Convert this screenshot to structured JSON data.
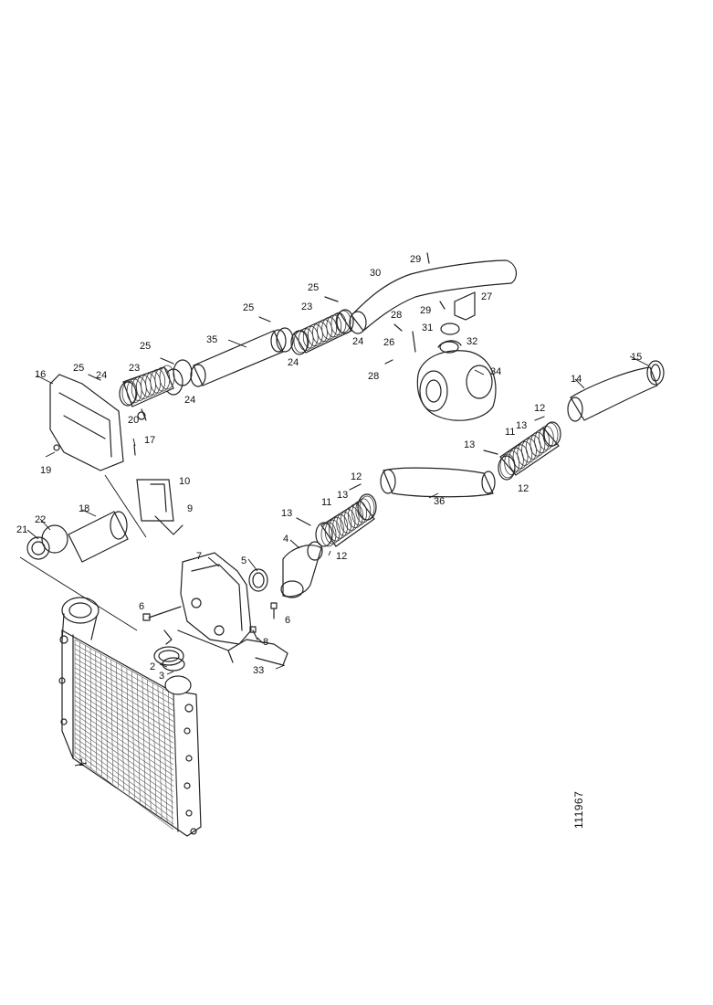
{
  "drawing_number": "111967",
  "callouts": [
    {
      "id": "c1",
      "label": "1"
    },
    {
      "id": "c2",
      "label": "2"
    },
    {
      "id": "c3",
      "label": "3"
    },
    {
      "id": "c4",
      "label": "4"
    },
    {
      "id": "c5",
      "label": "5"
    },
    {
      "id": "c6a",
      "label": "6"
    },
    {
      "id": "c6b",
      "label": "6"
    },
    {
      "id": "c7",
      "label": "7"
    },
    {
      "id": "c8",
      "label": "8"
    },
    {
      "id": "c9",
      "label": "9"
    },
    {
      "id": "c10",
      "label": "10"
    },
    {
      "id": "c11a",
      "label": "11"
    },
    {
      "id": "c11b",
      "label": "11"
    },
    {
      "id": "c12a",
      "label": "12"
    },
    {
      "id": "c12b",
      "label": "12"
    },
    {
      "id": "c12c",
      "label": "12"
    },
    {
      "id": "c12d",
      "label": "12"
    },
    {
      "id": "c13a",
      "label": "13"
    },
    {
      "id": "c13b",
      "label": "13"
    },
    {
      "id": "c13c",
      "label": "13"
    },
    {
      "id": "c13d",
      "label": "13"
    },
    {
      "id": "c14",
      "label": "14"
    },
    {
      "id": "c15",
      "label": "15"
    },
    {
      "id": "c16",
      "label": "16"
    },
    {
      "id": "c17",
      "label": "17"
    },
    {
      "id": "c18",
      "label": "18"
    },
    {
      "id": "c19",
      "label": "19"
    },
    {
      "id": "c20",
      "label": "20"
    },
    {
      "id": "c21",
      "label": "21"
    },
    {
      "id": "c22",
      "label": "22"
    },
    {
      "id": "c23a",
      "label": "23"
    },
    {
      "id": "c23b",
      "label": "23"
    },
    {
      "id": "c24a",
      "label": "24"
    },
    {
      "id": "c24b",
      "label": "24"
    },
    {
      "id": "c24c",
      "label": "24"
    },
    {
      "id": "c24d",
      "label": "24"
    },
    {
      "id": "c25a",
      "label": "25"
    },
    {
      "id": "c25b",
      "label": "25"
    },
    {
      "id": "c25c",
      "label": "25"
    },
    {
      "id": "c25d",
      "label": "25"
    },
    {
      "id": "c26",
      "label": "26"
    },
    {
      "id": "c27",
      "label": "27"
    },
    {
      "id": "c28a",
      "label": "28"
    },
    {
      "id": "c28b",
      "label": "28"
    },
    {
      "id": "c29a",
      "label": "29"
    },
    {
      "id": "c29b",
      "label": "29"
    },
    {
      "id": "c30",
      "label": "30"
    },
    {
      "id": "c31",
      "label": "31"
    },
    {
      "id": "c32",
      "label": "32"
    },
    {
      "id": "c33",
      "label": "33"
    },
    {
      "id": "c34",
      "label": "34"
    },
    {
      "id": "c35",
      "label": "35"
    },
    {
      "id": "c36",
      "label": "36"
    }
  ]
}
